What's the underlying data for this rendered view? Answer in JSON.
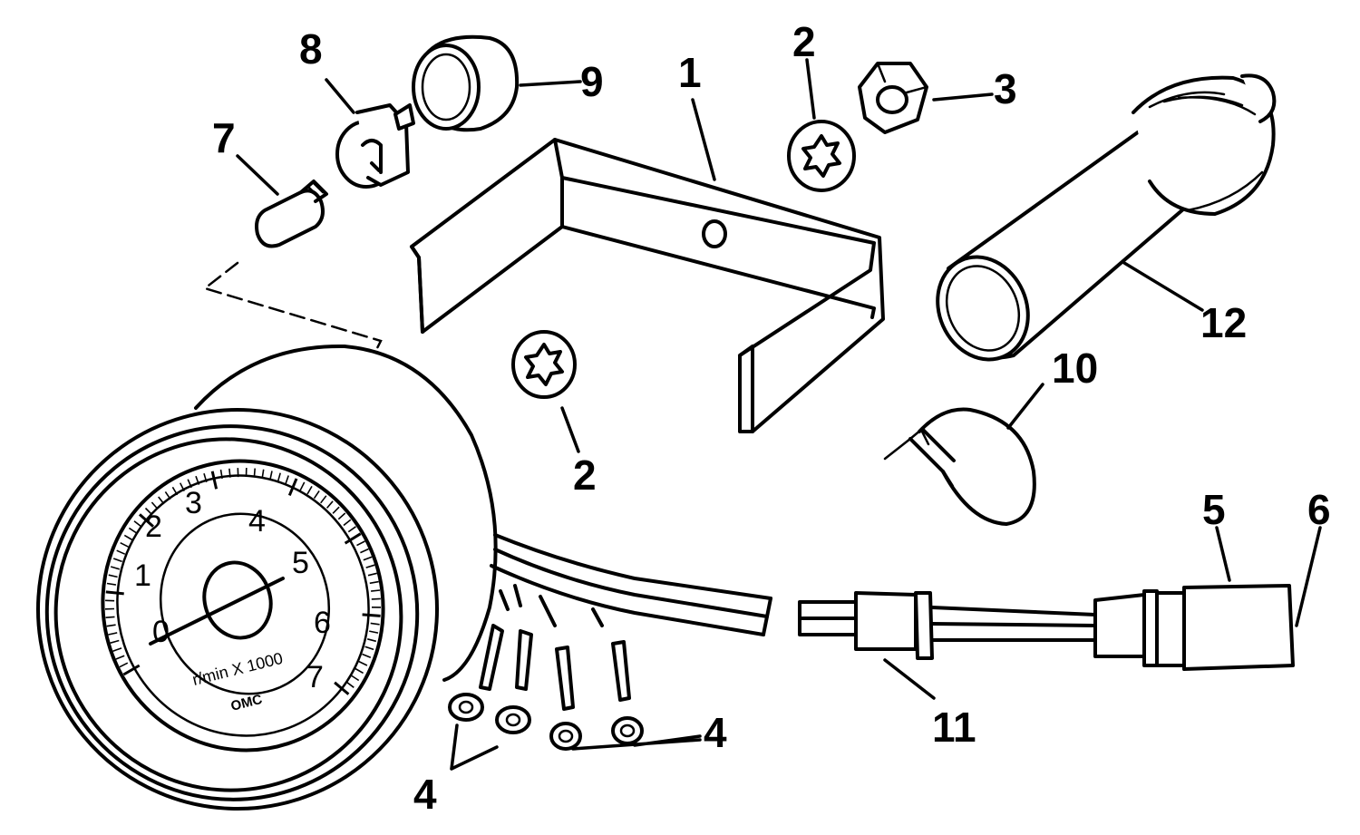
{
  "diagram": {
    "callouts": {
      "c1": "1",
      "c2_top": "2",
      "c2_mid": "2",
      "c3": "3",
      "c4_left": "4",
      "c4_right": "4",
      "c5": "5",
      "c6": "6",
      "c7": "7",
      "c8": "8",
      "c9": "9",
      "c10": "10",
      "c11": "11",
      "c12": "12"
    },
    "dial": {
      "numerals": [
        "0",
        "1",
        "2",
        "3",
        "4",
        "5",
        "6",
        "7"
      ],
      "unit_label": "r/min X 1000",
      "brand_label": "OMC"
    }
  }
}
